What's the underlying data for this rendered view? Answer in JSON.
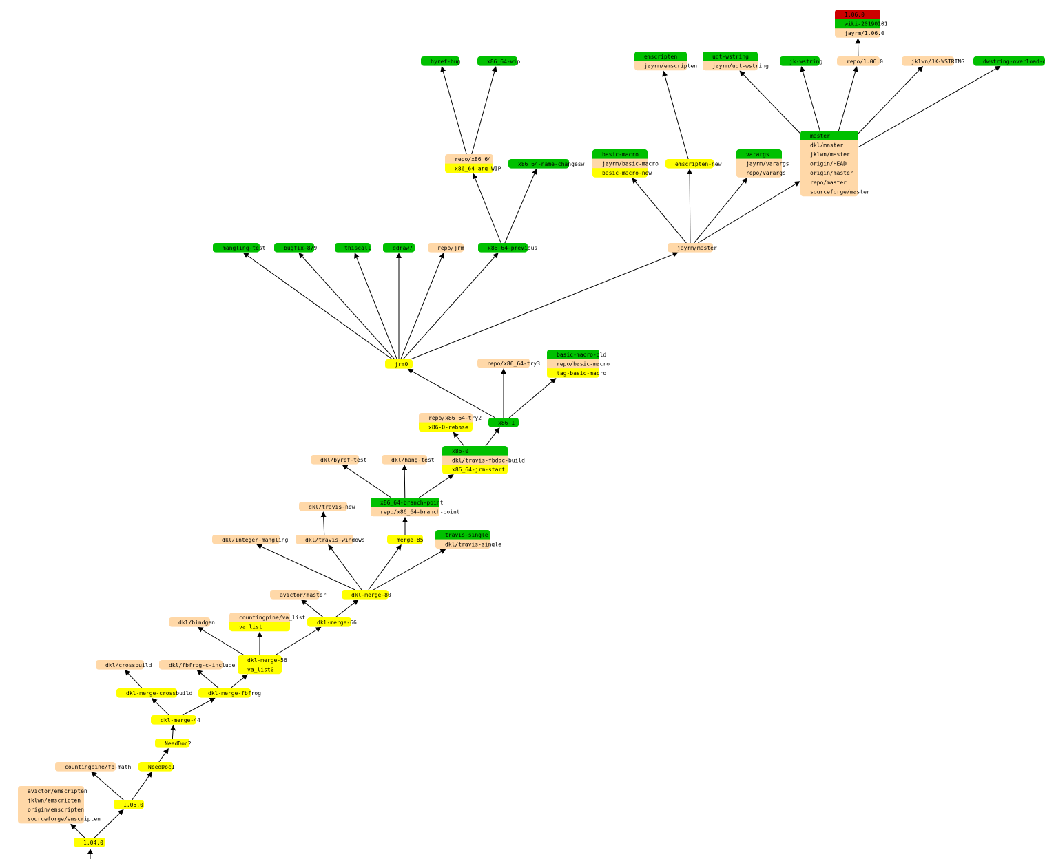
{
  "colors": {
    "tag": "#ffff00",
    "branch": "#00c000",
    "remote": "#ffd8a8",
    "release": "#cc0000",
    "edge": "#000000"
  },
  "nodes": [
    {
      "id": "v104",
      "items": [
        {
          "label": "1.04.0",
          "kind": "tag"
        }
      ]
    },
    {
      "id": "emsc",
      "items": [
        {
          "label": "avictor/emscripten",
          "kind": "remote"
        },
        {
          "label": "jklwn/emscripten",
          "kind": "remote"
        },
        {
          "label": "origin/emscripten",
          "kind": "remote"
        },
        {
          "label": "sourceforge/emscripten",
          "kind": "remote"
        }
      ]
    },
    {
      "id": "v105",
      "items": [
        {
          "label": "1.05.0",
          "kind": "tag"
        }
      ]
    },
    {
      "id": "fbmath",
      "items": [
        {
          "label": "countingpine/fb-math",
          "kind": "remote"
        }
      ]
    },
    {
      "id": "nd1",
      "items": [
        {
          "label": "NeedDoc1",
          "kind": "tag"
        }
      ]
    },
    {
      "id": "nd2",
      "items": [
        {
          "label": "NeedDoc2",
          "kind": "tag"
        }
      ]
    },
    {
      "id": "m44",
      "items": [
        {
          "label": "dkl-merge-44",
          "kind": "tag"
        }
      ]
    },
    {
      "id": "mcross",
      "items": [
        {
          "label": "dkl-merge-crossbuild",
          "kind": "tag"
        }
      ]
    },
    {
      "id": "crossb",
      "items": [
        {
          "label": "dkl/crossbuild",
          "kind": "remote"
        }
      ]
    },
    {
      "id": "mfbfrog",
      "items": [
        {
          "label": "dkl-merge-fbfrog",
          "kind": "tag"
        }
      ]
    },
    {
      "id": "fbfrogc",
      "items": [
        {
          "label": "dkl/fbfrog-c-include",
          "kind": "remote"
        }
      ]
    },
    {
      "id": "m56",
      "items": [
        {
          "label": "dkl-merge-56",
          "kind": "tag"
        },
        {
          "label": "va_list0",
          "kind": "tag"
        }
      ]
    },
    {
      "id": "bindgen",
      "items": [
        {
          "label": "dkl/bindgen",
          "kind": "remote"
        }
      ]
    },
    {
      "id": "valist",
      "items": [
        {
          "label": "countingpine/va_list",
          "kind": "remote"
        },
        {
          "label": "va_list",
          "kind": "tag"
        }
      ]
    },
    {
      "id": "m66",
      "items": [
        {
          "label": "dkl-merge-66",
          "kind": "tag"
        }
      ]
    },
    {
      "id": "avmaster",
      "items": [
        {
          "label": "avictor/master",
          "kind": "remote"
        }
      ]
    },
    {
      "id": "m80",
      "items": [
        {
          "label": "dkl-merge-80",
          "kind": "tag"
        }
      ]
    },
    {
      "id": "intmang",
      "items": [
        {
          "label": "dkl/integer-mangling",
          "kind": "remote"
        }
      ]
    },
    {
      "id": "trwin",
      "items": [
        {
          "label": "dkl/travis-windows",
          "kind": "remote"
        }
      ]
    },
    {
      "id": "trnew",
      "items": [
        {
          "label": "dkl/travis-new",
          "kind": "remote"
        }
      ]
    },
    {
      "id": "m85",
      "items": [
        {
          "label": "merge-85",
          "kind": "tag"
        }
      ]
    },
    {
      "id": "trsingle",
      "items": [
        {
          "label": "travis-single",
          "kind": "branch"
        },
        {
          "label": "dkl/travis-single",
          "kind": "remote"
        }
      ]
    },
    {
      "id": "bp",
      "items": [
        {
          "label": "x86_64-branch-point",
          "kind": "branch"
        },
        {
          "label": "repo/x86_64-branch-point",
          "kind": "remote"
        }
      ]
    },
    {
      "id": "byreftest",
      "items": [
        {
          "label": "dkl/byref-test",
          "kind": "remote"
        }
      ]
    },
    {
      "id": "hangtest",
      "items": [
        {
          "label": "dkl/hang-test",
          "kind": "remote"
        }
      ]
    },
    {
      "id": "x860",
      "items": [
        {
          "label": "x86-0",
          "kind": "branch"
        },
        {
          "label": "dkl/travis-fbdoc-build",
          "kind": "remote"
        },
        {
          "label": "x86_64-jrm-start",
          "kind": "tag"
        }
      ]
    },
    {
      "id": "try2",
      "items": [
        {
          "label": "repo/x86_64-try2",
          "kind": "remote"
        },
        {
          "label": "x86-0-rebase",
          "kind": "tag"
        }
      ]
    },
    {
      "id": "x861",
      "items": [
        {
          "label": "x86-1",
          "kind": "branch"
        }
      ]
    },
    {
      "id": "try3",
      "items": [
        {
          "label": "repo/x86_64-try3",
          "kind": "remote"
        }
      ]
    },
    {
      "id": "bmold",
      "items": [
        {
          "label": "basic-macro-old",
          "kind": "branch"
        },
        {
          "label": "repo/basic-macro",
          "kind": "remote"
        },
        {
          "label": "tag-basic-macro",
          "kind": "tag"
        }
      ]
    },
    {
      "id": "jrm0",
      "items": [
        {
          "label": "jrm0",
          "kind": "tag"
        }
      ]
    },
    {
      "id": "mangtest",
      "items": [
        {
          "label": "mangling-test",
          "kind": "branch"
        }
      ]
    },
    {
      "id": "bugfix",
      "items": [
        {
          "label": "bugfix-879",
          "kind": "branch"
        }
      ]
    },
    {
      "id": "thiscall",
      "items": [
        {
          "label": "thiscall",
          "kind": "branch"
        }
      ]
    },
    {
      "id": "ddraw",
      "items": [
        {
          "label": "ddraw7",
          "kind": "branch"
        }
      ]
    },
    {
      "id": "repojrm",
      "items": [
        {
          "label": "repo/jrm",
          "kind": "remote"
        }
      ]
    },
    {
      "id": "x64prev",
      "items": [
        {
          "label": "x86_64-previous",
          "kind": "branch"
        }
      ]
    },
    {
      "id": "repox64",
      "items": [
        {
          "label": "repo/x86_64",
          "kind": "remote"
        },
        {
          "label": "x86_64-arg-WIP",
          "kind": "tag"
        }
      ]
    },
    {
      "id": "x64nc",
      "items": [
        {
          "label": "x86_64-name-changesw",
          "kind": "branch"
        }
      ]
    },
    {
      "id": "byrefbug",
      "items": [
        {
          "label": "byref-bug",
          "kind": "branch"
        }
      ]
    },
    {
      "id": "x64wip",
      "items": [
        {
          "label": "x86_64-wip",
          "kind": "branch"
        }
      ]
    },
    {
      "id": "jmaster",
      "items": [
        {
          "label": "jayrm/master",
          "kind": "remote"
        }
      ]
    },
    {
      "id": "bm",
      "items": [
        {
          "label": "basic-macro",
          "kind": "branch"
        },
        {
          "label": "jayrm/basic-macro",
          "kind": "remote"
        },
        {
          "label": "basic-macro-new",
          "kind": "tag"
        }
      ]
    },
    {
      "id": "emnew",
      "items": [
        {
          "label": "emscripten-new",
          "kind": "tag"
        }
      ]
    },
    {
      "id": "varargs",
      "items": [
        {
          "label": "varargs",
          "kind": "branch"
        },
        {
          "label": "jayrm/varargs",
          "kind": "remote"
        },
        {
          "label": "repo/varargs",
          "kind": "remote"
        }
      ]
    },
    {
      "id": "master",
      "items": [
        {
          "label": "master",
          "kind": "branch"
        },
        {
          "label": "dkl/master",
          "kind": "remote"
        },
        {
          "label": "jklwn/master",
          "kind": "remote"
        },
        {
          "label": "origin/HEAD",
          "kind": "remote"
        },
        {
          "label": "origin/master",
          "kind": "remote"
        },
        {
          "label": "repo/master",
          "kind": "remote"
        },
        {
          "label": "sourceforge/master",
          "kind": "remote"
        }
      ]
    },
    {
      "id": "em",
      "items": [
        {
          "label": "emscripten",
          "kind": "branch"
        },
        {
          "label": "jayrm/emscripten",
          "kind": "remote"
        }
      ]
    },
    {
      "id": "udt",
      "items": [
        {
          "label": "udt-wstring",
          "kind": "branch"
        },
        {
          "label": "jayrm/udt-wstring",
          "kind": "remote"
        }
      ]
    },
    {
      "id": "jkw",
      "items": [
        {
          "label": "jk-wstring",
          "kind": "branch"
        }
      ]
    },
    {
      "id": "repo106",
      "items": [
        {
          "label": "repo/1.06.0",
          "kind": "remote"
        }
      ]
    },
    {
      "id": "jkl",
      "items": [
        {
          "label": "jklwn/JK-WSTRING",
          "kind": "remote"
        }
      ]
    },
    {
      "id": "dws",
      "items": [
        {
          "label": "dwstring-overload-de",
          "kind": "branch"
        }
      ]
    },
    {
      "id": "v106",
      "items": [
        {
          "label": "1.06.0",
          "kind": "release"
        },
        {
          "label": "wiki-20190101",
          "kind": "branch"
        },
        {
          "label": "jayrm/1.06.0",
          "kind": "remote"
        }
      ]
    }
  ],
  "edges": [
    [
      "v104",
      "emsc"
    ],
    [
      "v104",
      "v105"
    ],
    [
      "v105",
      "fbmath"
    ],
    [
      "v105",
      "nd1"
    ],
    [
      "nd1",
      "nd2"
    ],
    [
      "nd2",
      "m44"
    ],
    [
      "m44",
      "mcross"
    ],
    [
      "m44",
      "mfbfrog"
    ],
    [
      "mcross",
      "crossb"
    ],
    [
      "mfbfrog",
      "fbfrogc"
    ],
    [
      "mfbfrog",
      "m56"
    ],
    [
      "m56",
      "bindgen"
    ],
    [
      "m56",
      "valist"
    ],
    [
      "m56",
      "m66"
    ],
    [
      "m66",
      "avmaster"
    ],
    [
      "m66",
      "m80"
    ],
    [
      "m80",
      "intmang"
    ],
    [
      "m80",
      "trwin"
    ],
    [
      "trwin",
      "trnew"
    ],
    [
      "m80",
      "m85"
    ],
    [
      "m80",
      "trsingle"
    ],
    [
      "m85",
      "bp"
    ],
    [
      "bp",
      "byreftest"
    ],
    [
      "bp",
      "hangtest"
    ],
    [
      "bp",
      "x860"
    ],
    [
      "x860",
      "try2"
    ],
    [
      "x860",
      "x861"
    ],
    [
      "x861",
      "jrm0"
    ],
    [
      "x861",
      "try3"
    ],
    [
      "x861",
      "bmold"
    ],
    [
      "jrm0",
      "mangtest"
    ],
    [
      "jrm0",
      "bugfix"
    ],
    [
      "jrm0",
      "thiscall"
    ],
    [
      "jrm0",
      "ddraw"
    ],
    [
      "jrm0",
      "repojrm"
    ],
    [
      "jrm0",
      "x64prev"
    ],
    [
      "jrm0",
      "jmaster"
    ],
    [
      "x64prev",
      "repox64"
    ],
    [
      "x64prev",
      "x64nc"
    ],
    [
      "repox64",
      "byrefbug"
    ],
    [
      "repox64",
      "x64wip"
    ],
    [
      "jmaster",
      "bm"
    ],
    [
      "jmaster",
      "emnew"
    ],
    [
      "jmaster",
      "varargs"
    ],
    [
      "jmaster",
      "master"
    ],
    [
      "emnew",
      "em"
    ],
    [
      "master",
      "udt"
    ],
    [
      "master",
      "jkw"
    ],
    [
      "master",
      "repo106"
    ],
    [
      "master",
      "jkl"
    ],
    [
      "master",
      "dws"
    ],
    [
      "repo106",
      "v106"
    ]
  ]
}
